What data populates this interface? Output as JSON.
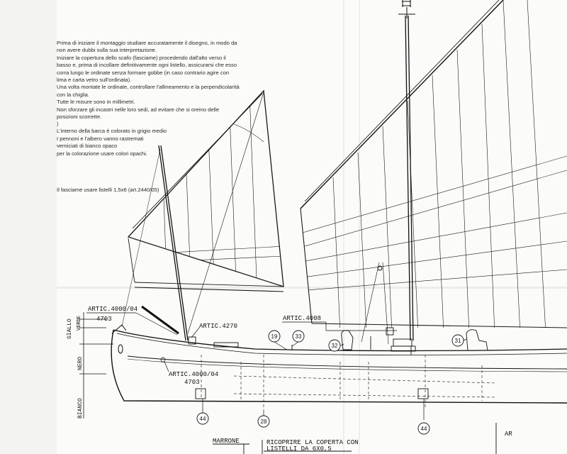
{
  "instructions": [
    "Prima di iniziare il montaggio studiare accuratamente il disegno, in modo da",
    "non avere dubbi sulla sua interpretazione.",
    "Iniziare la copertura dello scafo (fasciame) procedendo dall'alto verso il",
    "basso e, prima di incollare definitivamente ogni listello, assicurarsi che esso",
    "corra lungo le ordinate senza formare gobbe (in caso contrario agire con",
    "lima e carta vetro sull'ordinata).",
    "Una volta montate le ordinate, controllare l'allineamento e la perpendicolarità",
    "con la chiglia.",
    "Tutte le misure sono in millimetri.",
    "Non sforzare gli incastri nelle loro sedi, ad evitare che si oreino delle",
    "posizioni scorrette."
  ],
  "color_notes": [
    ")",
    "L'interno della barca è colorato in grigio medio",
    "I pennoni e l'albero vanno rastremati",
    "verniciati di bianco opaco",
    "per la colorazione usare colori opachi."
  ],
  "planking_note": "Il fasciame usare listelli 1,5x6 (art.2440/05)",
  "labels": {
    "artic_4000_04_top": "ARTIC.4000/04",
    "code_4703_top": "4703",
    "artic_4270": "ARTIC.4270",
    "artic_4008": "ARTIC.4008",
    "artic_4000_04_bottom": "ARTIC.4000/04",
    "code_4703_bottom": "4703",
    "giallo": "GIALLO",
    "verde": "VERDE",
    "nero": "NERO",
    "bianco": "BIANCO",
    "marrone": "MARRONE",
    "ricoprire_1": "RICOPRIRE LA COPERTA CON",
    "ricoprire_2": "LISTELLI DA 6X0,5",
    "art_partial": "AR"
  },
  "callouts": [
    "19",
    "33",
    "32",
    "31",
    "44",
    "28",
    "44"
  ]
}
